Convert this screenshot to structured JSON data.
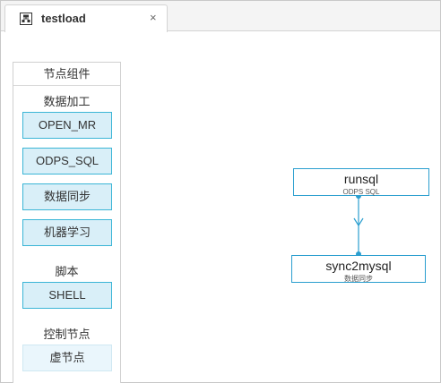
{
  "tab": {
    "title": "testload",
    "close_glyph": "×",
    "icon": "workflow-icon"
  },
  "palette": {
    "header": "节点组件",
    "groups": [
      {
        "label": "数据加工",
        "items": [
          "OPEN_MR",
          "ODPS_SQL",
          "数据同步",
          "机器学习"
        ]
      },
      {
        "label": "脚本",
        "items": [
          "SHELL"
        ]
      },
      {
        "label": "控制节点",
        "items": [
          "虚节点"
        ]
      }
    ]
  },
  "canvas": {
    "nodes": [
      {
        "title": "runsql",
        "subtitle": "ODPS SQL"
      },
      {
        "title": "sync2mysql",
        "subtitle": "数据同步"
      }
    ],
    "edges": [
      {
        "from": "runsql",
        "to": "sync2mysql"
      }
    ]
  },
  "colors": {
    "accent": "#2a9ecf",
    "node_fill": "#d9eff8",
    "node_border": "#3ab5d6"
  }
}
